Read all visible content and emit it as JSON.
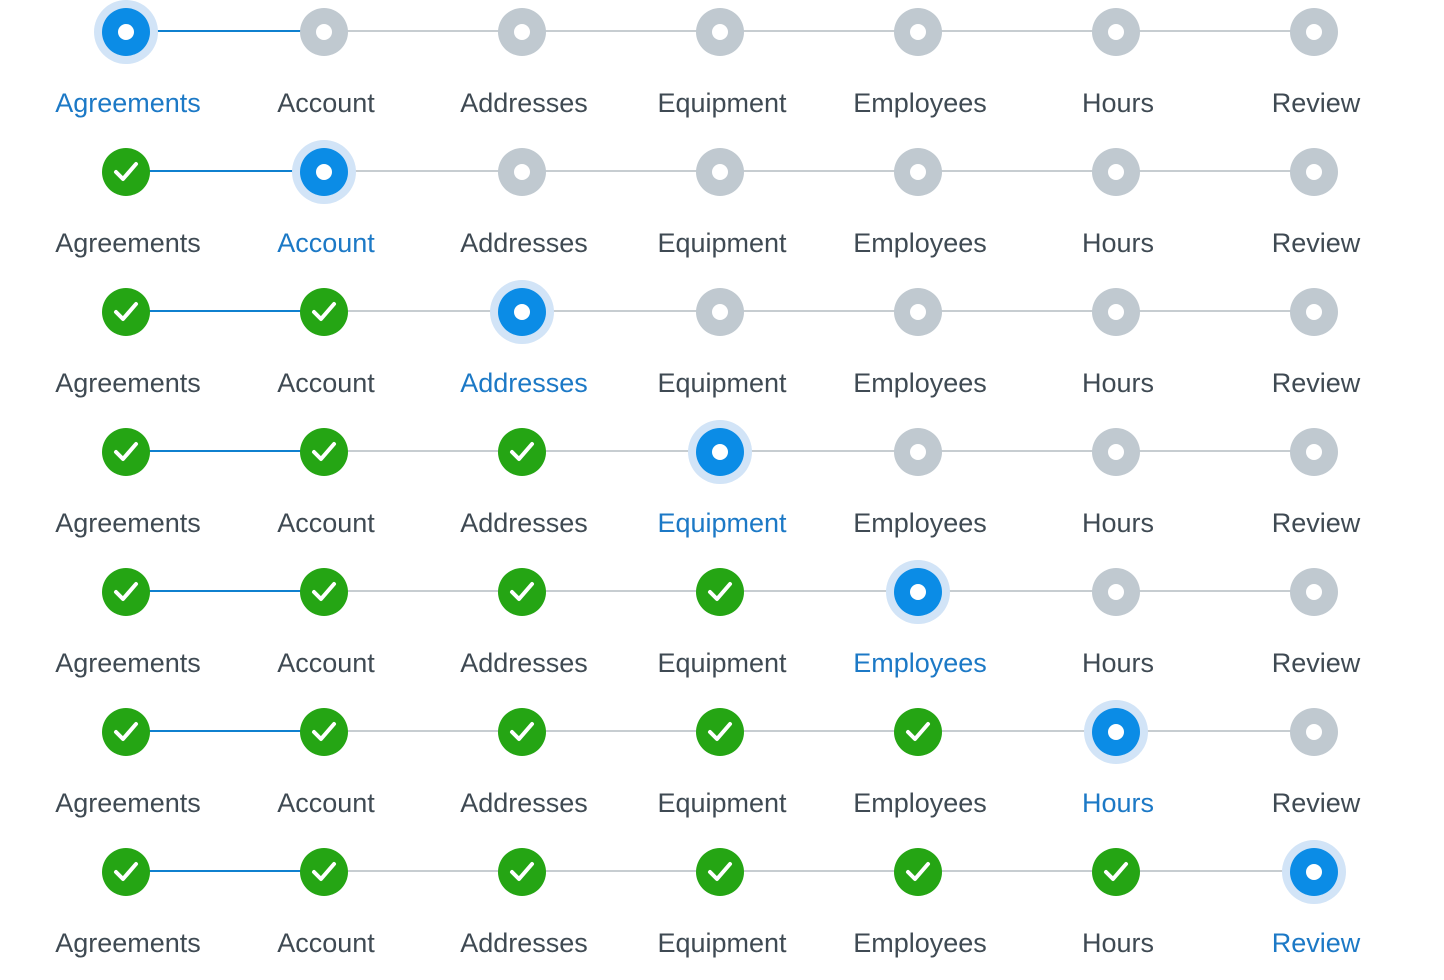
{
  "steps": [
    "Agreements",
    "Account",
    "Addresses",
    "Equipment",
    "Employees",
    "Hours",
    "Review"
  ],
  "rows": [
    {
      "current_step": 0
    },
    {
      "current_step": 1
    },
    {
      "current_step": 2
    },
    {
      "current_step": 3
    },
    {
      "current_step": 4
    },
    {
      "current_step": 5
    },
    {
      "current_step": 6
    }
  ],
  "colors": {
    "current": "#0b8ce6",
    "current_halo": "#d2e4f7",
    "complete": "#25a514",
    "pending": "#c0c9d0",
    "current_label": "#1c79c6",
    "label": "#3f4a53",
    "completed_track": "#0f80cf",
    "track": "#c7cdd1"
  },
  "icons": {
    "complete": "check-icon",
    "current": "current-step-dot-icon",
    "pending": "pending-step-dot-icon"
  }
}
